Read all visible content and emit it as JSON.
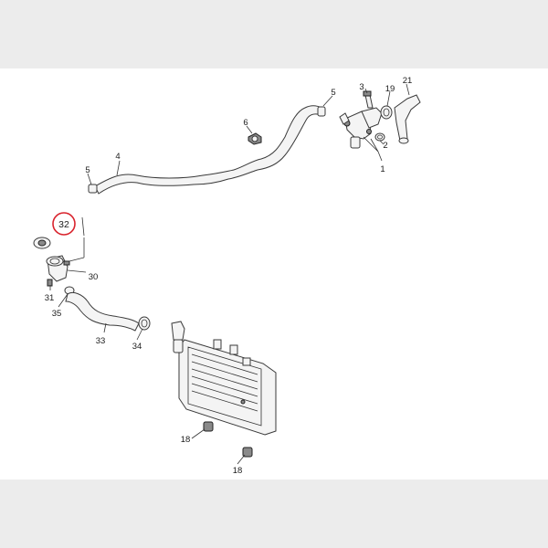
{
  "callouts": {
    "c1": "1",
    "c2": "2",
    "c3": "3",
    "c4": "4",
    "c5a": "5",
    "c5b": "5",
    "c6": "6",
    "c18a": "18",
    "c18b": "18",
    "c19": "19",
    "c21": "21",
    "c30": "30",
    "c31": "31",
    "c32": "32",
    "c33": "33",
    "c34": "34",
    "c35": "35"
  },
  "highlight_color": "#d9232d"
}
